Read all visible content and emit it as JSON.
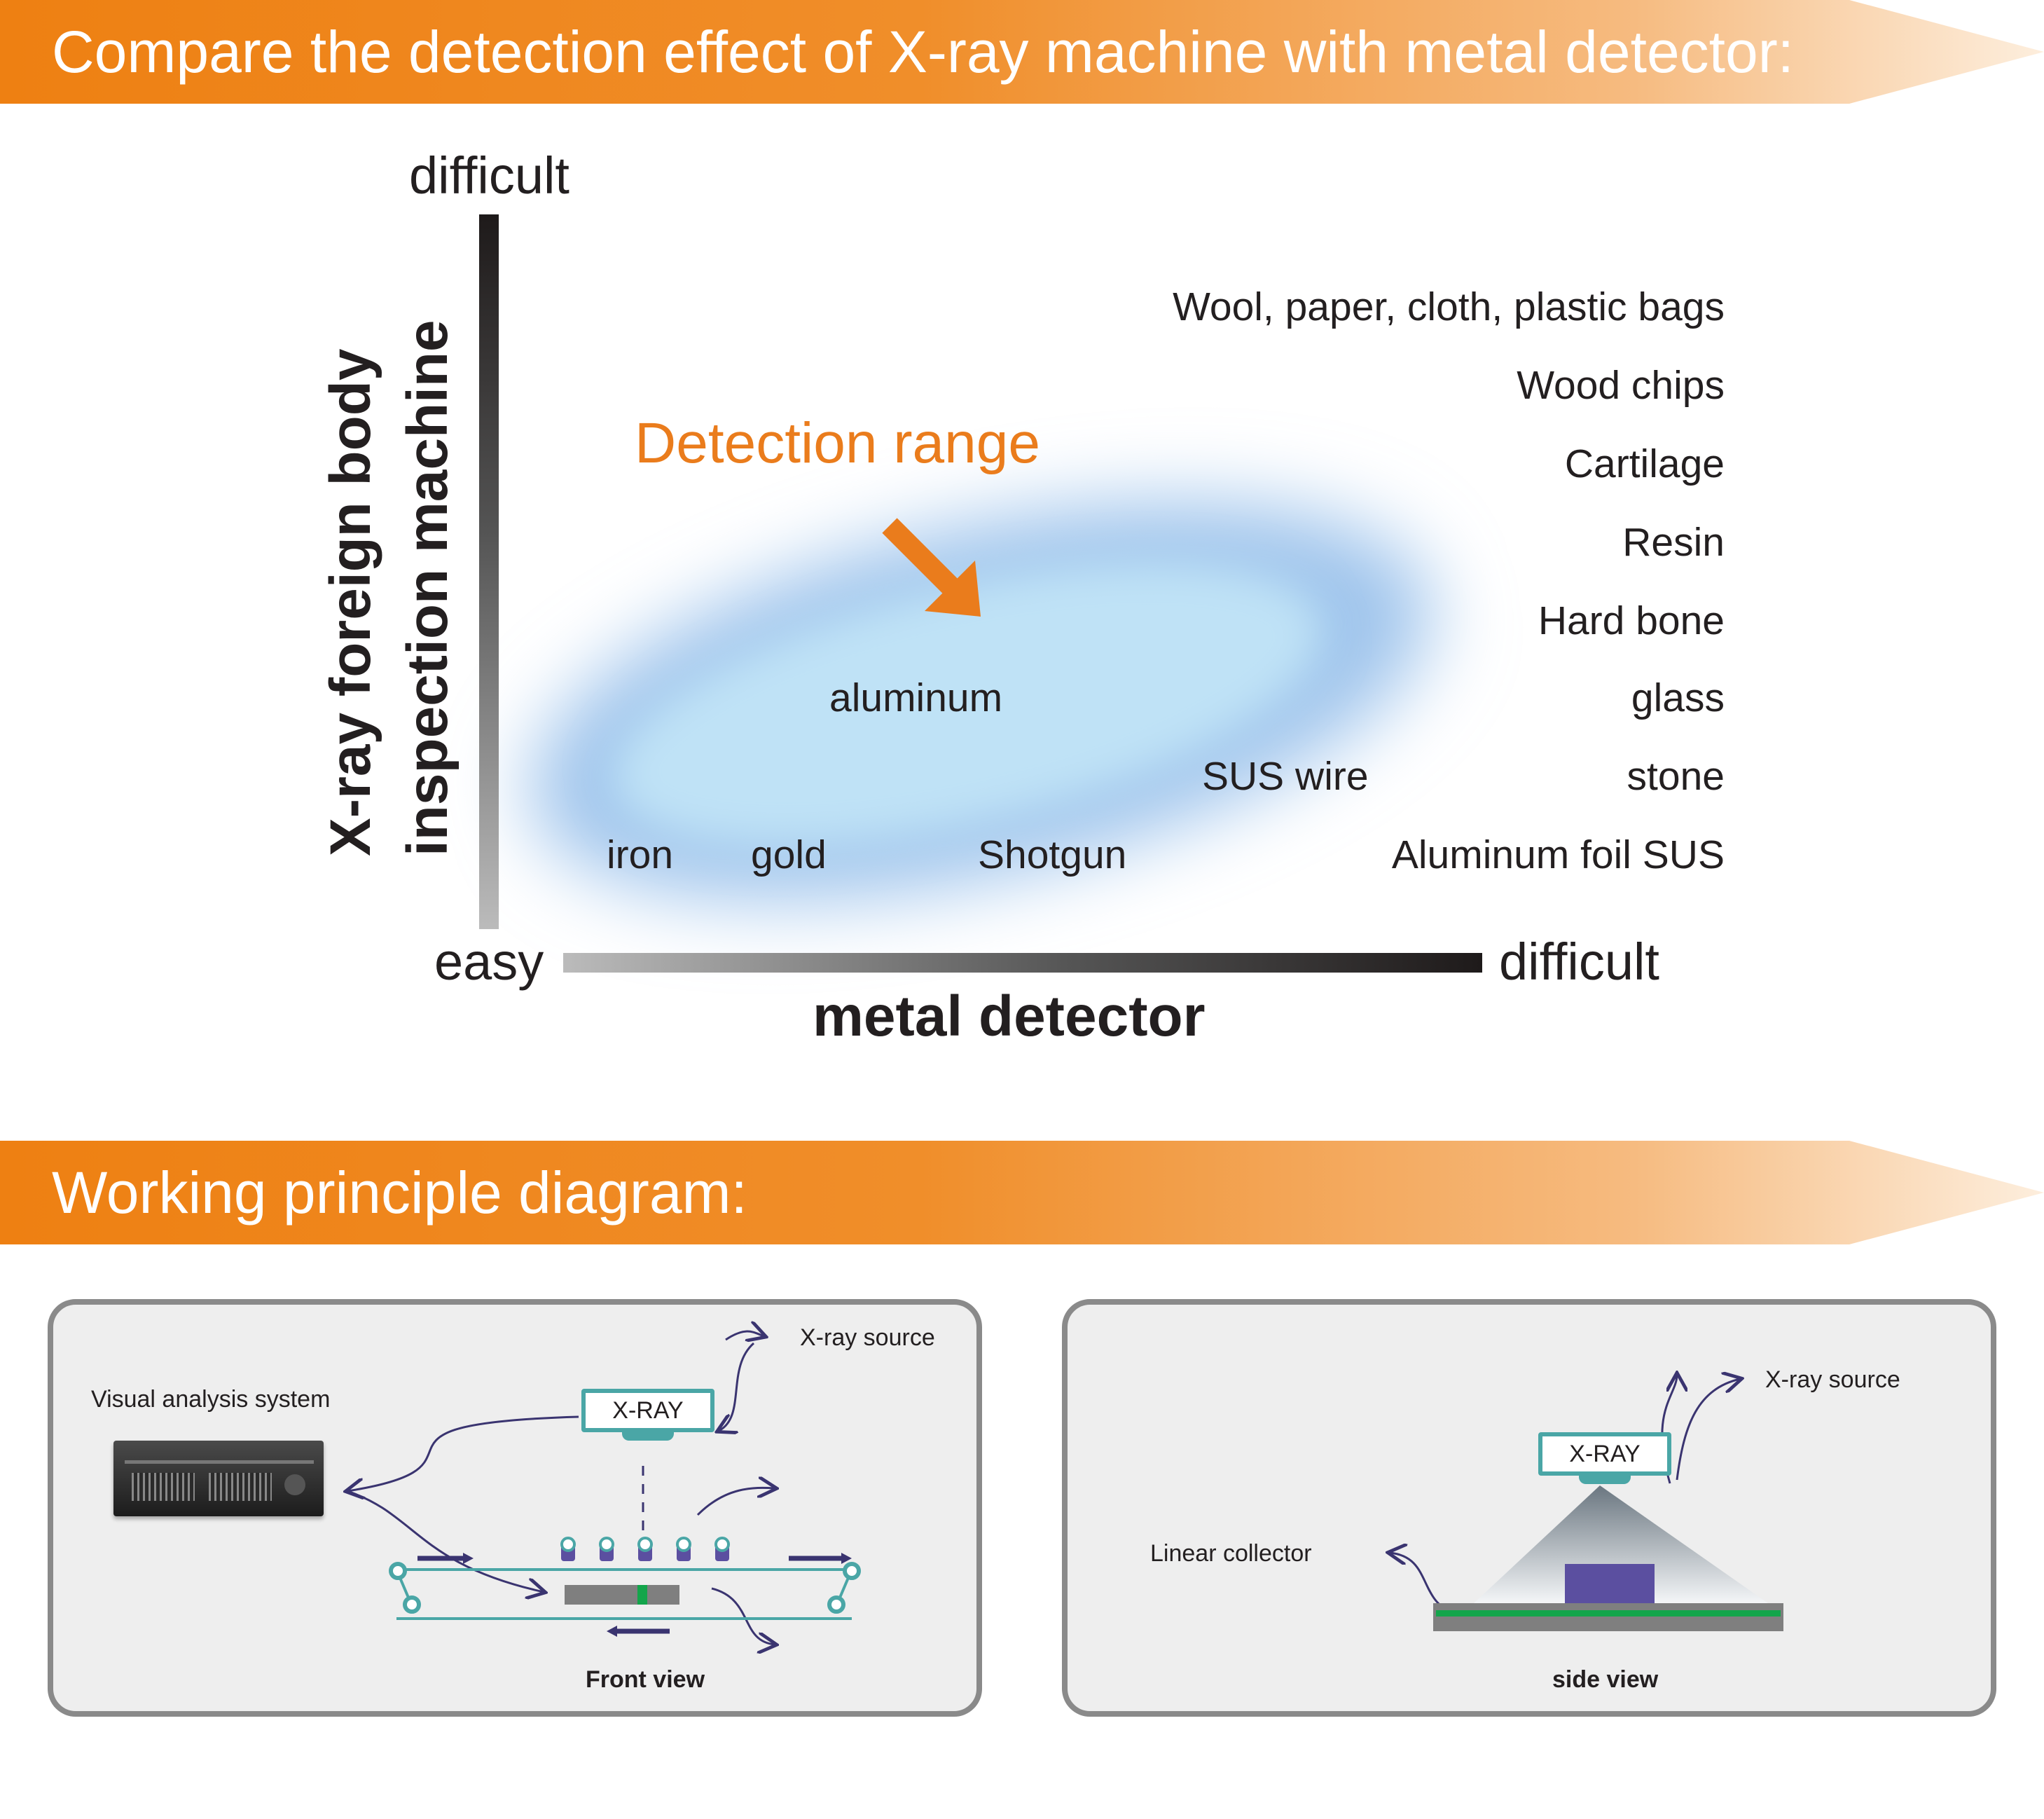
{
  "banners": {
    "compare_title": "Compare the detection effect of X-ray machine with metal detector:",
    "principle_title": "Working principle diagram:"
  },
  "colors": {
    "banner_orange": "#ee8012",
    "accent_orange": "#ea7c1c",
    "detection_blue": "#a8c8ee",
    "panel_border": "#8a8a8a",
    "conveyor_teal": "#4aa6a6",
    "sample_purple": "#5b4fa0",
    "collector_green": "#13a54b",
    "arrow_navy": "#3a3470"
  },
  "chart": {
    "y_axis": {
      "top_label": "difficult",
      "title_line1": "X-ray foreign body",
      "title_line2": "inspection machine"
    },
    "x_axis": {
      "start_label": "easy",
      "end_label": "difficult",
      "title": "metal detector"
    },
    "detection_label": "Detection range",
    "inside_materials": {
      "aluminum": "aluminum",
      "sus_wire": "SUS wire",
      "iron": "iron",
      "gold": "gold",
      "shotgun": "Shotgun"
    },
    "right_materials": [
      "Wool, paper, cloth, plastic bags",
      "Wood chips",
      "Cartilage",
      "Resin",
      "Hard bone",
      "glass",
      "stone",
      "Aluminum foil SUS"
    ]
  },
  "front_panel": {
    "xray_source_label": "X-ray source",
    "xray_box_label": "X-RAY",
    "analysis_label": "Visual analysis system",
    "caption": "Front view",
    "server_icon": "computer-server-icon"
  },
  "side_panel": {
    "xray_source_label": "X-ray source",
    "xray_box_label": "X-RAY",
    "collector_label": "Linear collector",
    "caption": "side view"
  }
}
